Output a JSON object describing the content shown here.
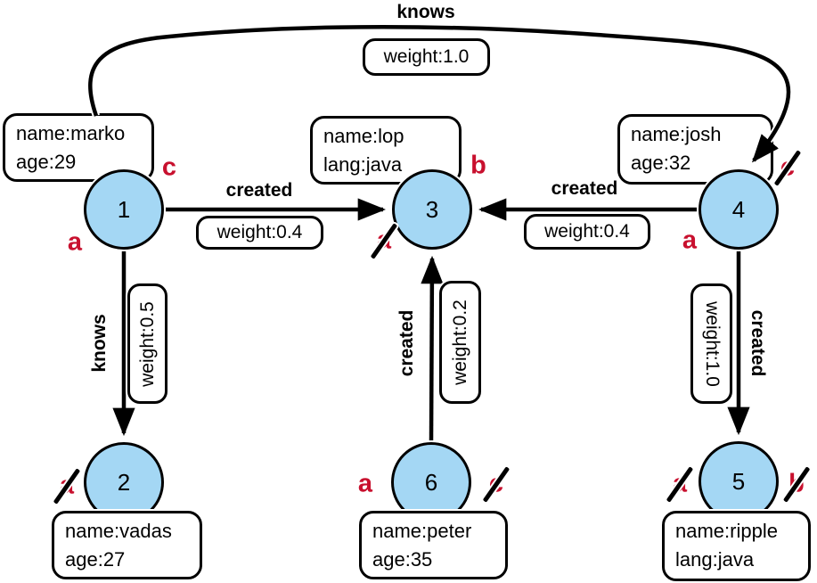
{
  "colors": {
    "node_fill": "#A4D7F4",
    "stroke": "#000000",
    "mark_red": "#C8102E",
    "box_background": "#FFFFFF"
  },
  "nodes": [
    {
      "id": "1",
      "properties": [
        "name:marko",
        "age:29"
      ],
      "marks": [
        {
          "letter": "c",
          "crossed": false
        },
        {
          "letter": "a",
          "crossed": false
        }
      ]
    },
    {
      "id": "3",
      "properties": [
        "name:lop",
        "lang:java"
      ],
      "marks": [
        {
          "letter": "b",
          "crossed": false
        },
        {
          "letter": "a",
          "crossed": true
        }
      ]
    },
    {
      "id": "4",
      "properties": [
        "name:josh",
        "age:32"
      ],
      "marks": [
        {
          "letter": "c",
          "crossed": true
        },
        {
          "letter": "a",
          "crossed": false
        }
      ]
    },
    {
      "id": "2",
      "properties": [
        "name:vadas",
        "age:27"
      ],
      "marks": [
        {
          "letter": "a",
          "crossed": true
        }
      ]
    },
    {
      "id": "6",
      "properties": [
        "name:peter",
        "age:35"
      ],
      "marks": [
        {
          "letter": "a",
          "crossed": false
        },
        {
          "letter": "c",
          "crossed": true
        }
      ]
    },
    {
      "id": "5",
      "properties": [
        "name:ripple",
        "lang:java"
      ],
      "marks": [
        {
          "letter": "a",
          "crossed": true
        },
        {
          "letter": "b",
          "crossed": true
        }
      ]
    }
  ],
  "edges": [
    {
      "from": "1",
      "to": "3",
      "label": "created",
      "weight": "weight:0.4"
    },
    {
      "from": "4",
      "to": "3",
      "label": "created",
      "weight": "weight:0.4"
    },
    {
      "from": "1",
      "to": "4",
      "label": "knows",
      "weight": "weight:1.0"
    },
    {
      "from": "1",
      "to": "2",
      "label": "knows",
      "weight": "weight:0.5"
    },
    {
      "from": "6",
      "to": "3",
      "label": "created",
      "weight": "weight:0.2"
    },
    {
      "from": "4",
      "to": "5",
      "label": "created",
      "weight": "weight:1.0"
    }
  ]
}
